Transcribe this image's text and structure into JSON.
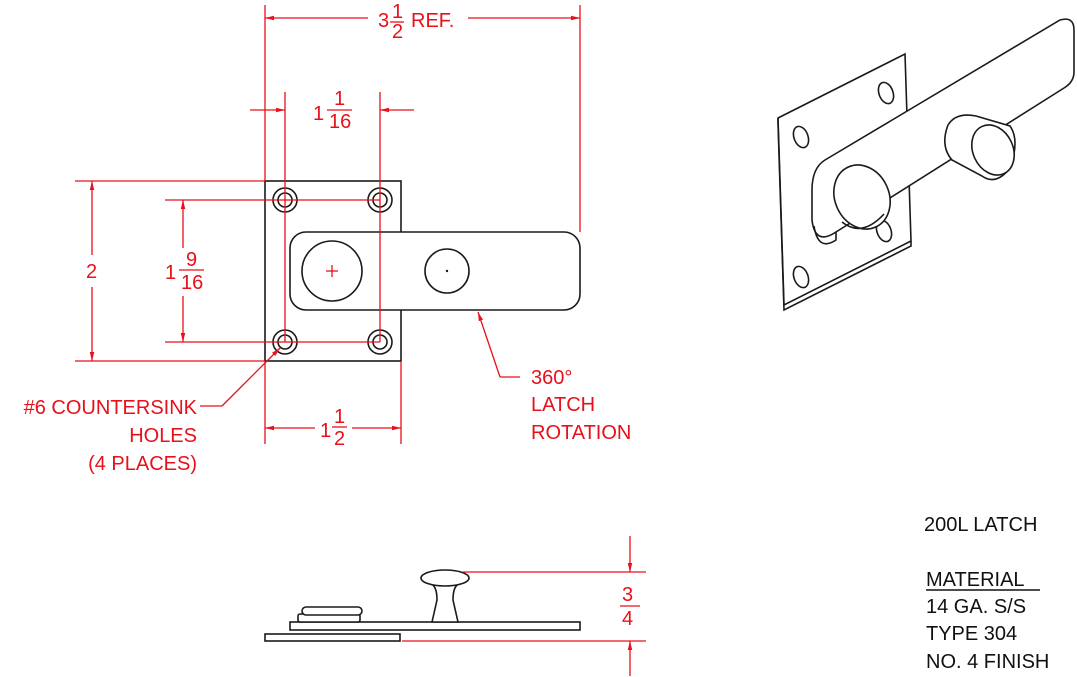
{
  "dimensions": {
    "overall_width": {
      "whole": "3",
      "num": "1",
      "den": "2",
      "suffix": "REF."
    },
    "hole_offset": {
      "whole": "1",
      "num": "1",
      "den": "16"
    },
    "plate_height": "2",
    "hole_spacing": {
      "whole": "1",
      "num": "9",
      "den": "16"
    },
    "plate_width": {
      "whole": "1",
      "num": "1",
      "den": "2"
    },
    "height_side": {
      "num": "3",
      "den": "4"
    }
  },
  "callouts": {
    "countersink": [
      "#6 COUNTERSINK",
      "HOLES",
      "(4 PLACES)"
    ],
    "rotation": [
      "360°",
      "LATCH",
      "ROTATION"
    ]
  },
  "title_block": {
    "part_name": "200L LATCH",
    "material_heading": "MATERIAL",
    "material_lines": [
      "14 GA. S/S",
      "TYPE 304",
      "NO. 4 FINISH"
    ]
  },
  "colors": {
    "dimension": "#e8101a",
    "outline": "#1a1a1a",
    "text": "#111111"
  }
}
